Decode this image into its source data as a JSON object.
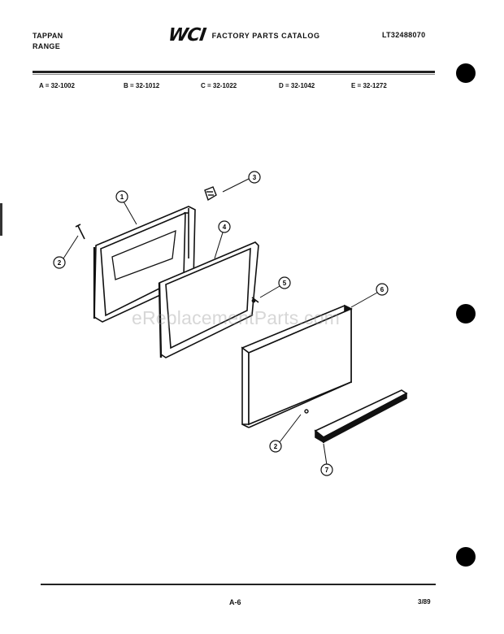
{
  "header": {
    "brand_line1": "TAPPAN",
    "brand_line2": "RANGE",
    "logo": "WCI",
    "catalog_title": "FACTORY PARTS CATALOG",
    "catalog_number": "LT32488070"
  },
  "models": [
    {
      "label": "A = 32-1002"
    },
    {
      "label": "B = 32-1012"
    },
    {
      "label": "C = 32-1022"
    },
    {
      "label": "D = 32-1042"
    },
    {
      "label": "E = 32-1272"
    }
  ],
  "callouts": [
    "1",
    "2",
    "3",
    "4",
    "5",
    "6",
    "2",
    "7"
  ],
  "watermark": "eReplacementParts.com",
  "footer": {
    "page": "A-6",
    "date": "3/89"
  }
}
